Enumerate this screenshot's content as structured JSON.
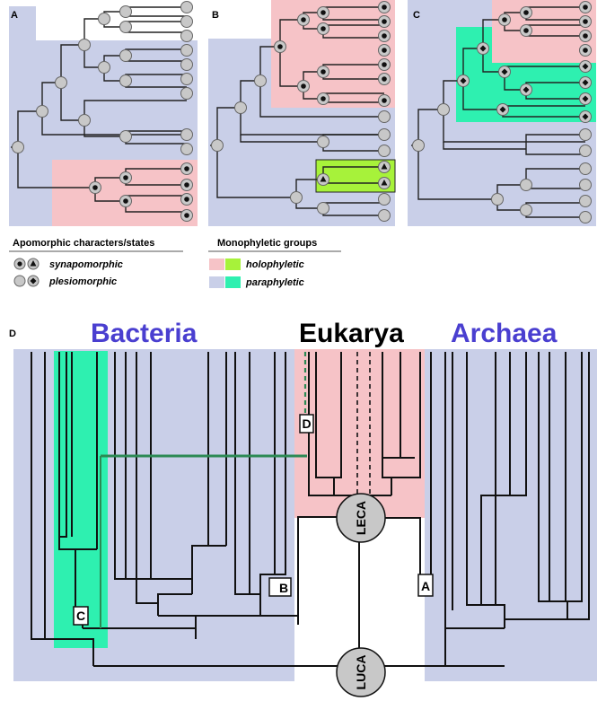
{
  "panels": {
    "a": {
      "label": "A"
    },
    "b": {
      "label": "B"
    },
    "c": {
      "label": "C"
    },
    "d": {
      "label": "D"
    }
  },
  "legend": {
    "characters": {
      "title": "Apomorphic characters/states",
      "synapomorphic": "synapomorphic",
      "plesiomorphic": "plesiomorphic"
    },
    "groups": {
      "title": "Monophyletic groups",
      "holophyletic": "holophyletic",
      "paraphyletic": "paraphyletic"
    }
  },
  "domains": {
    "bacteria": "Bacteria",
    "eukarya": "Eukarya",
    "archaea": "Archaea"
  },
  "nodes": {
    "leca": "LECA",
    "luca": "LUCA"
  },
  "markers": {
    "a": "A",
    "b": "B",
    "c": "C",
    "d": "D"
  },
  "colors": {
    "paraphyletic_blue": "#c9cfe8",
    "holophyletic_pink": "#f6c3c7",
    "holophyletic_green": "#a7f23a",
    "paraphyletic_teal": "#2ef0b0",
    "domain_blue": "#4a3fd0",
    "node_grey": "#c8c8c8",
    "branch_green": "#2c8a54"
  }
}
